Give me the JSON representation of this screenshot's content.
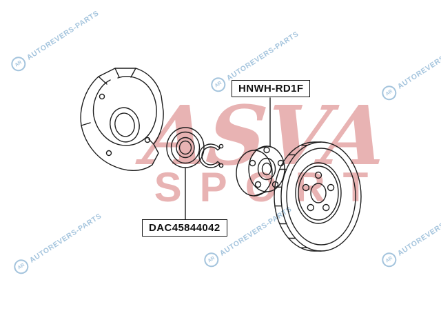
{
  "watermark": {
    "badge": "AR",
    "text": "AUTOREVERS-PARTS",
    "color": "#a4c4dd"
  },
  "brand": {
    "name": "ASVA",
    "subtitle": "SPORT",
    "color": "#c4393b"
  },
  "callouts": {
    "hub": {
      "label": "HNWH-RD1F"
    },
    "bearing": {
      "label": "DAC45844042"
    }
  },
  "drawing": {
    "stroke": "#1c1c1c"
  }
}
